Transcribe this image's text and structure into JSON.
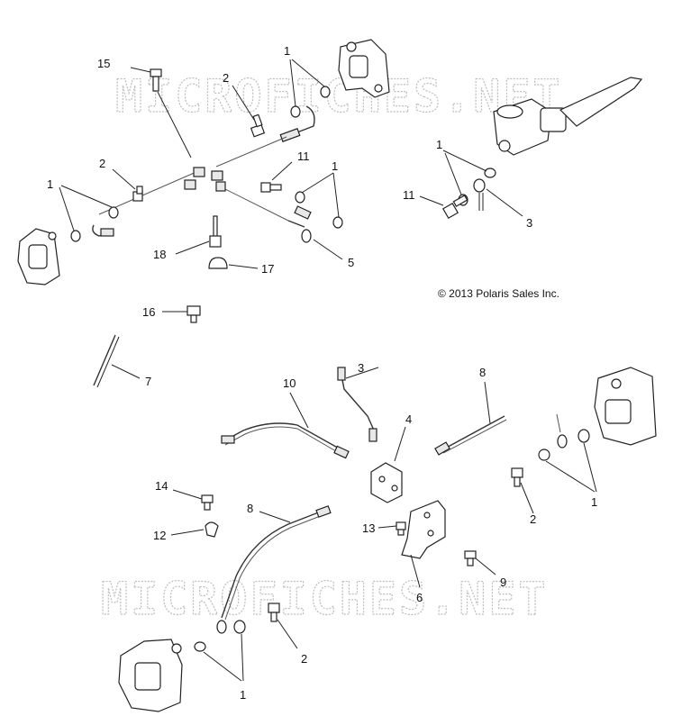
{
  "watermark": "MICROFICHES.NET",
  "copyright": "© 2013 Polaris Sales Inc.",
  "callouts": {
    "c15": "15",
    "c1a": "1",
    "c2a": "2",
    "c2b": "2",
    "c1b": "1",
    "c11a": "11",
    "c1c": "1",
    "c1d": "1",
    "c11b": "11",
    "c3a": "3",
    "c18": "18",
    "c17": "17",
    "c5": "5",
    "c16": "16",
    "c7": "7",
    "c3b": "3",
    "c10": "10",
    "c8a": "8",
    "c4": "4",
    "c1e": "1",
    "c2c": "2",
    "c14": "14",
    "c8b": "8",
    "c12": "12",
    "c13": "13",
    "c9": "9",
    "c6": "6",
    "c2d": "2",
    "c1f": "1"
  }
}
